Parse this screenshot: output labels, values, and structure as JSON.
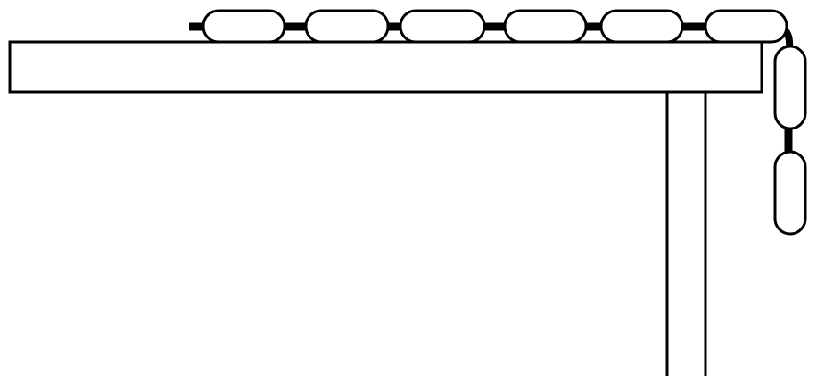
{
  "diagram": {
    "colors": {
      "line": "#000000",
      "background": "#ffffff",
      "link_fill": "#ffffff"
    },
    "parts": {
      "table_top": "table-top-board",
      "table_leg": "table-leg",
      "chain_on_table": "chain-links-on-table",
      "chain_hanging": "chain-links-hanging-over-edge"
    },
    "chain": {
      "links_on_table": 6,
      "links_hanging": 2
    }
  }
}
